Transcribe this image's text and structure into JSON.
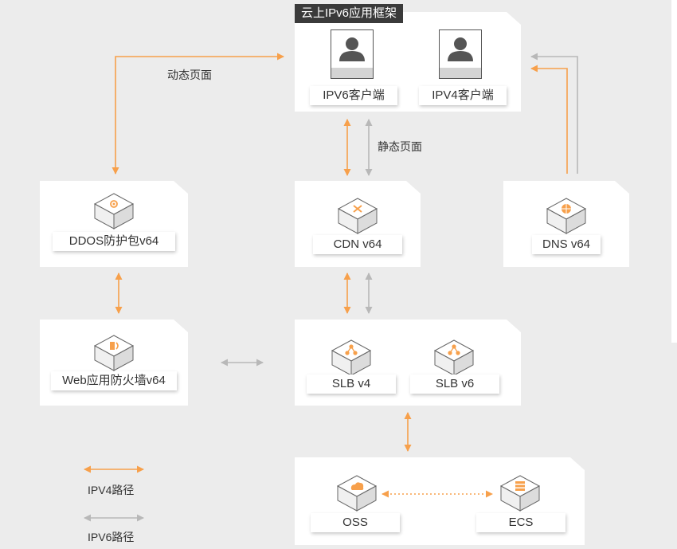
{
  "title": "云上IPv6应用框架",
  "clients": [
    {
      "label": "IPV6客户端",
      "icon": "person-icon"
    },
    {
      "label": "IPV4客户端",
      "icon": "person-icon"
    }
  ],
  "nodes": {
    "ddos": {
      "label": "DDOS防护包v64",
      "icon": "ddos-cube-icon"
    },
    "cdn": {
      "label": "CDN v64",
      "icon": "cdn-cube-icon"
    },
    "dns": {
      "label": "DNS v64",
      "icon": "dns-cube-icon"
    },
    "waf": {
      "label": "Web应用防火墙v64",
      "icon": "waf-cube-icon"
    },
    "slb4": {
      "label": "SLB v4",
      "icon": "slb-cube-icon"
    },
    "slb6": {
      "label": "SLB v6",
      "icon": "slb-cube-icon"
    },
    "oss": {
      "label": "OSS",
      "icon": "oss-cube-icon"
    },
    "ecs": {
      "label": "ECS",
      "icon": "ecs-cube-icon"
    }
  },
  "edge_labels": {
    "dynamic_page": "动态页面",
    "static_page": "静态页面"
  },
  "legend": {
    "ipv4": "IPV4路径",
    "ipv6": "IPV6路径"
  },
  "colors": {
    "ipv4_path": "#f7a04b",
    "ipv6_path": "#b8b8b8",
    "icon_accent": "#f7a04b",
    "title_bg": "#3a3a3a",
    "background": "#ececec"
  }
}
